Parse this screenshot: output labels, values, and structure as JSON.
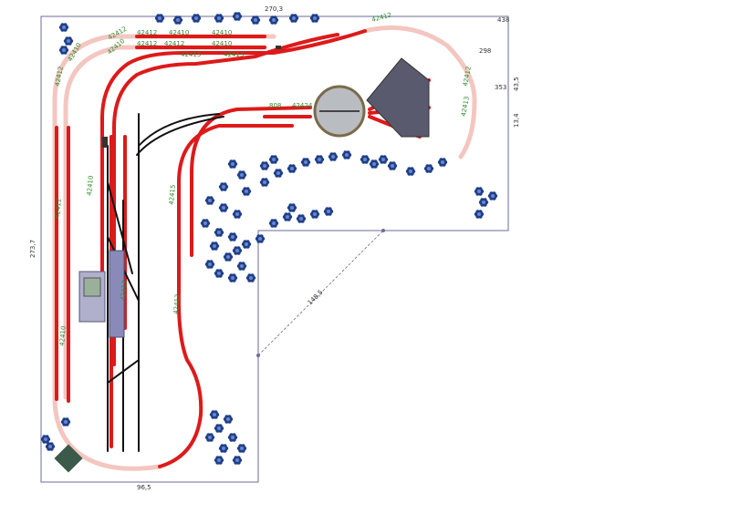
{
  "diagram": {
    "board_color": "#ffffff",
    "board_outline": "#6b6b9a",
    "rail_main_color": "#dd1a1a",
    "rail_shadow_color": "#f4c6c0",
    "tree_color": "#1f3f8a",
    "turntable_color": "#b9bcc0",
    "shed_color": "#5a5a6e",
    "dimensions": {
      "top": "270,3",
      "left": "273,7",
      "right_a": "13,4",
      "right_b": "43,5",
      "diagonal": "148,5",
      "bottom": "96,5",
      "corner_a": "438",
      "corner_b": "298",
      "corner_c": "353"
    },
    "track_labels": [
      "42412",
      "42410",
      "42410",
      "42412",
      "42412",
      "42410",
      "42415",
      "42413",
      "42412",
      "42410",
      "42412",
      "42410",
      "808",
      "42424",
      "42412",
      "42413",
      "42412",
      "42410",
      "42415",
      "42412",
      "42413",
      "42412",
      "42410"
    ]
  }
}
